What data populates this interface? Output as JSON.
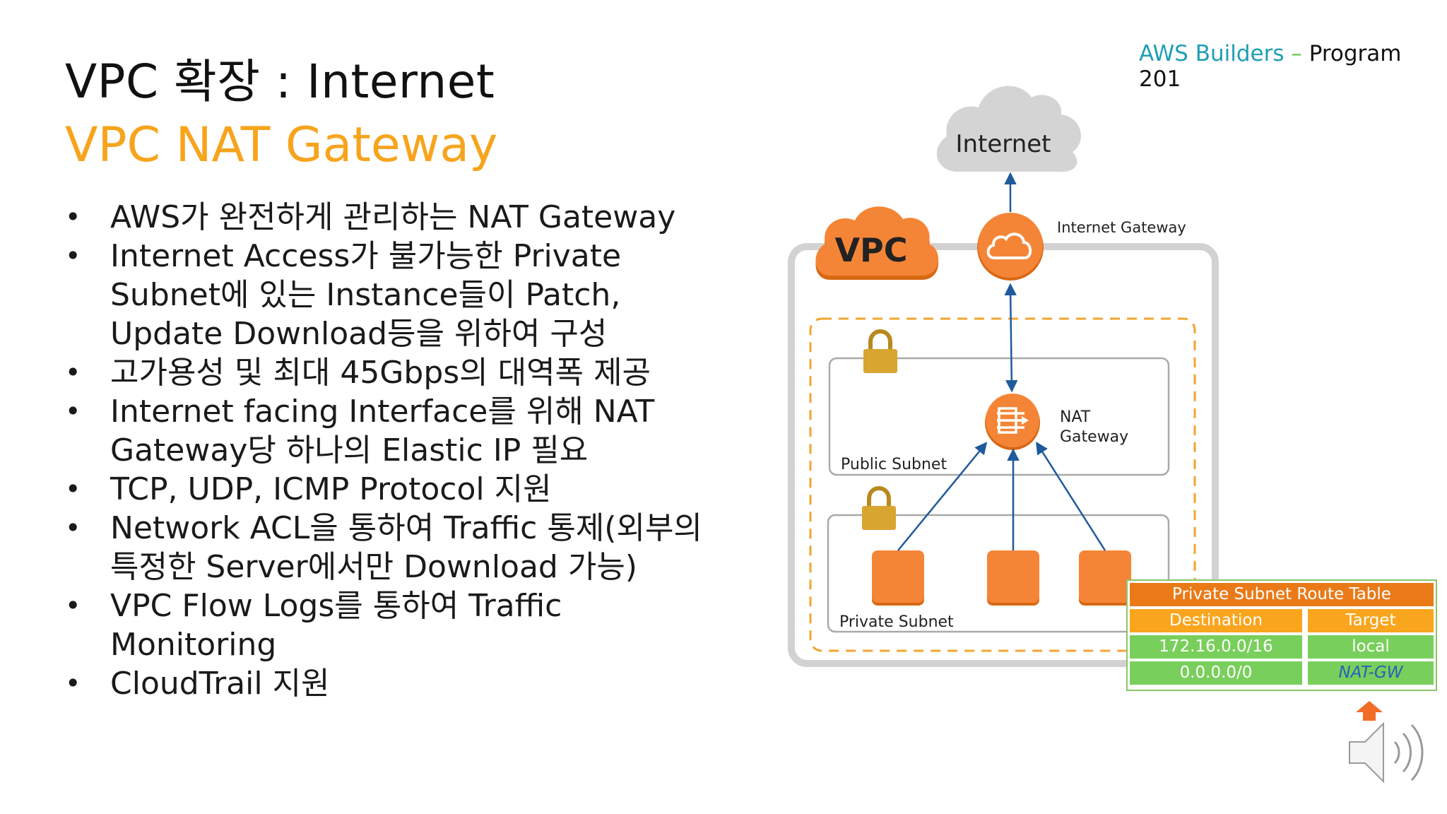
{
  "header": {
    "title": "VPC 확장 : Internet",
    "subtitle": "VPC NAT Gateway",
    "brand_aws": "AWS Builders",
    "brand_dash": " – ",
    "brand_program": "Program",
    "brand_level": "201"
  },
  "bullets": [
    "AWS가 완전하게 관리하는 NAT Gateway",
    "Internet Access가 불가능한 Private Subnet에 있는 Instance들이 Patch, Update Download등을 위하여 구성",
    "고가용성 및 최대 45Gbps의 대역폭 제공",
    "Internet facing Interface를 위해 NAT Gateway당 하나의 Elastic IP 필요",
    "TCP, UDP, ICMP Protocol 지원",
    "Network ACL을 통하여 Traffic 통제(외부의 특정한 Server에서만 Download 가능)",
    "VPC Flow Logs를 통하여 Traffic Monitoring",
    "CloudTrail 지원"
  ],
  "diagram": {
    "internet_label": "Internet",
    "vpc_label": "VPC",
    "igw_label": "Internet Gateway",
    "nat_label_1": "NAT",
    "nat_label_2": "Gateway",
    "public_subnet": "Public Subnet",
    "private_subnet": "Private Subnet"
  },
  "route_table": {
    "title": "Private Subnet Route Table",
    "headers": [
      "Destination",
      "Target"
    ],
    "rows": [
      [
        "172.16.0.0/16",
        "local"
      ],
      [
        "0.0.0.0/0",
        "NAT-GW"
      ]
    ]
  },
  "colors": {
    "accent_orange": "#f7a41d",
    "aws_orange": "#f58536",
    "brand_teal": "#1d9fb4",
    "arrow_blue": "#1f5a9c",
    "route_green": "#79cf5b"
  },
  "icons": [
    "cloud-icon",
    "lock-icon",
    "nat-gateway-icon",
    "instance-icon",
    "speaker-icon",
    "arrow-up-icon"
  ]
}
